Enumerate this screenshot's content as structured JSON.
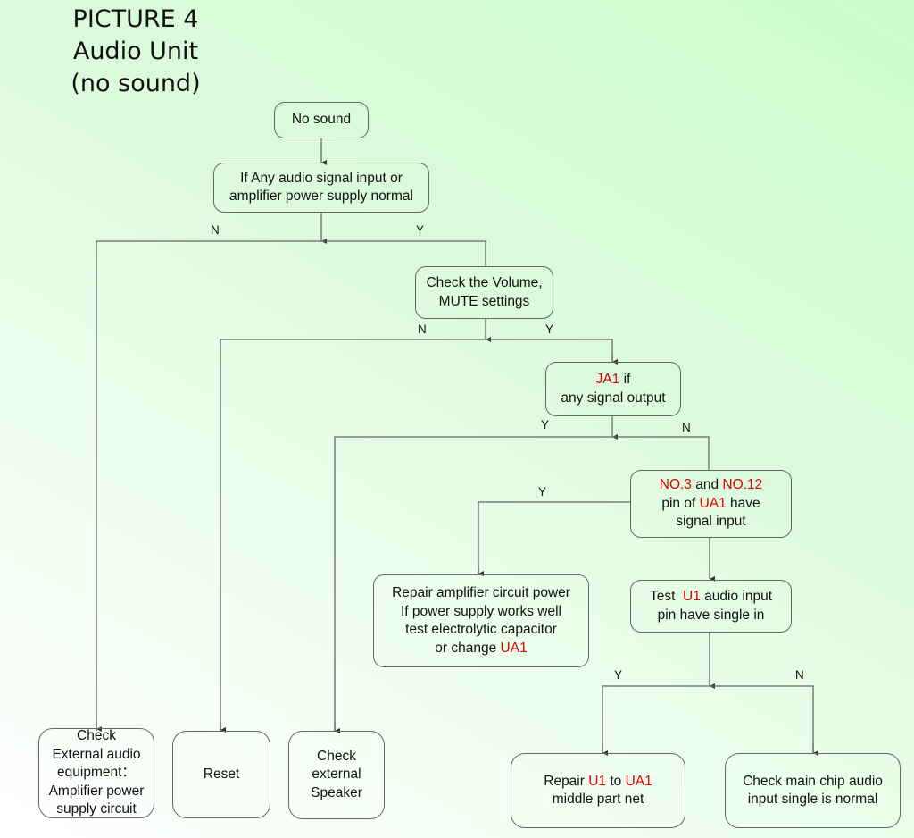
{
  "title": {
    "line1": "PICTURE 4",
    "line2": "Audio Unit",
    "line3": "(no sound)"
  },
  "colors": {
    "highlight": "#e00000",
    "line": "#666666",
    "background_light": "#ffffff",
    "background_green": "#ccffcc"
  },
  "nodes": {
    "no_sound": {
      "text": "No sound"
    },
    "audio_signal_check": {
      "line1": "If Any audio signal input or",
      "line2": "amplifier  power supply normal"
    },
    "volume_mute_check": {
      "line1": "Check the Volume,",
      "line2": "MUTE settings"
    },
    "ja1_check": {
      "red1": "JA1",
      "text1": " if",
      "line2": "any signal output"
    },
    "ua1_pins_check": {
      "red1": "NO.3",
      "text1": " and ",
      "red2": "NO.12",
      "text2": "pin of ",
      "red3": "UA1",
      "text3": " have",
      "line3": "signal input"
    },
    "repair_amp_power": {
      "line1": "Repair amplifier circuit power",
      "line2": "If power supply works well",
      "line3": "test electrolytic capacitor",
      "line4": "or change ",
      "red4": "UA1"
    },
    "test_u1_input": {
      "text1": "Test  ",
      "red1": "U1",
      "text1b": " audio input",
      "line2": "pin have single in"
    },
    "check_external_audio": {
      "line1": "Check",
      "line2": "External audio",
      "line3": "equipment：",
      "line4": "Amplifier power",
      "line5": "supply circuit"
    },
    "reset": {
      "text": "Reset"
    },
    "check_external_speaker": {
      "line1": "Check",
      "line2": "external",
      "line3": "Speaker"
    },
    "repair_u1_ua1": {
      "text1": "Repair ",
      "red1": "U1",
      "text1b": " to ",
      "red2": "UA1",
      "line2": "middle part net"
    },
    "check_main_chip": {
      "line1": "Check main chip  audio",
      "line2": "input single is normal"
    }
  },
  "branch_labels": {
    "audio_n": "N",
    "audio_y": "Y",
    "volume_n": "N",
    "volume_y": "Y",
    "ja1_y": "Y",
    "ja1_n": "N",
    "ua1_y": "Y",
    "u1_y": "Y",
    "u1_n": "N"
  }
}
